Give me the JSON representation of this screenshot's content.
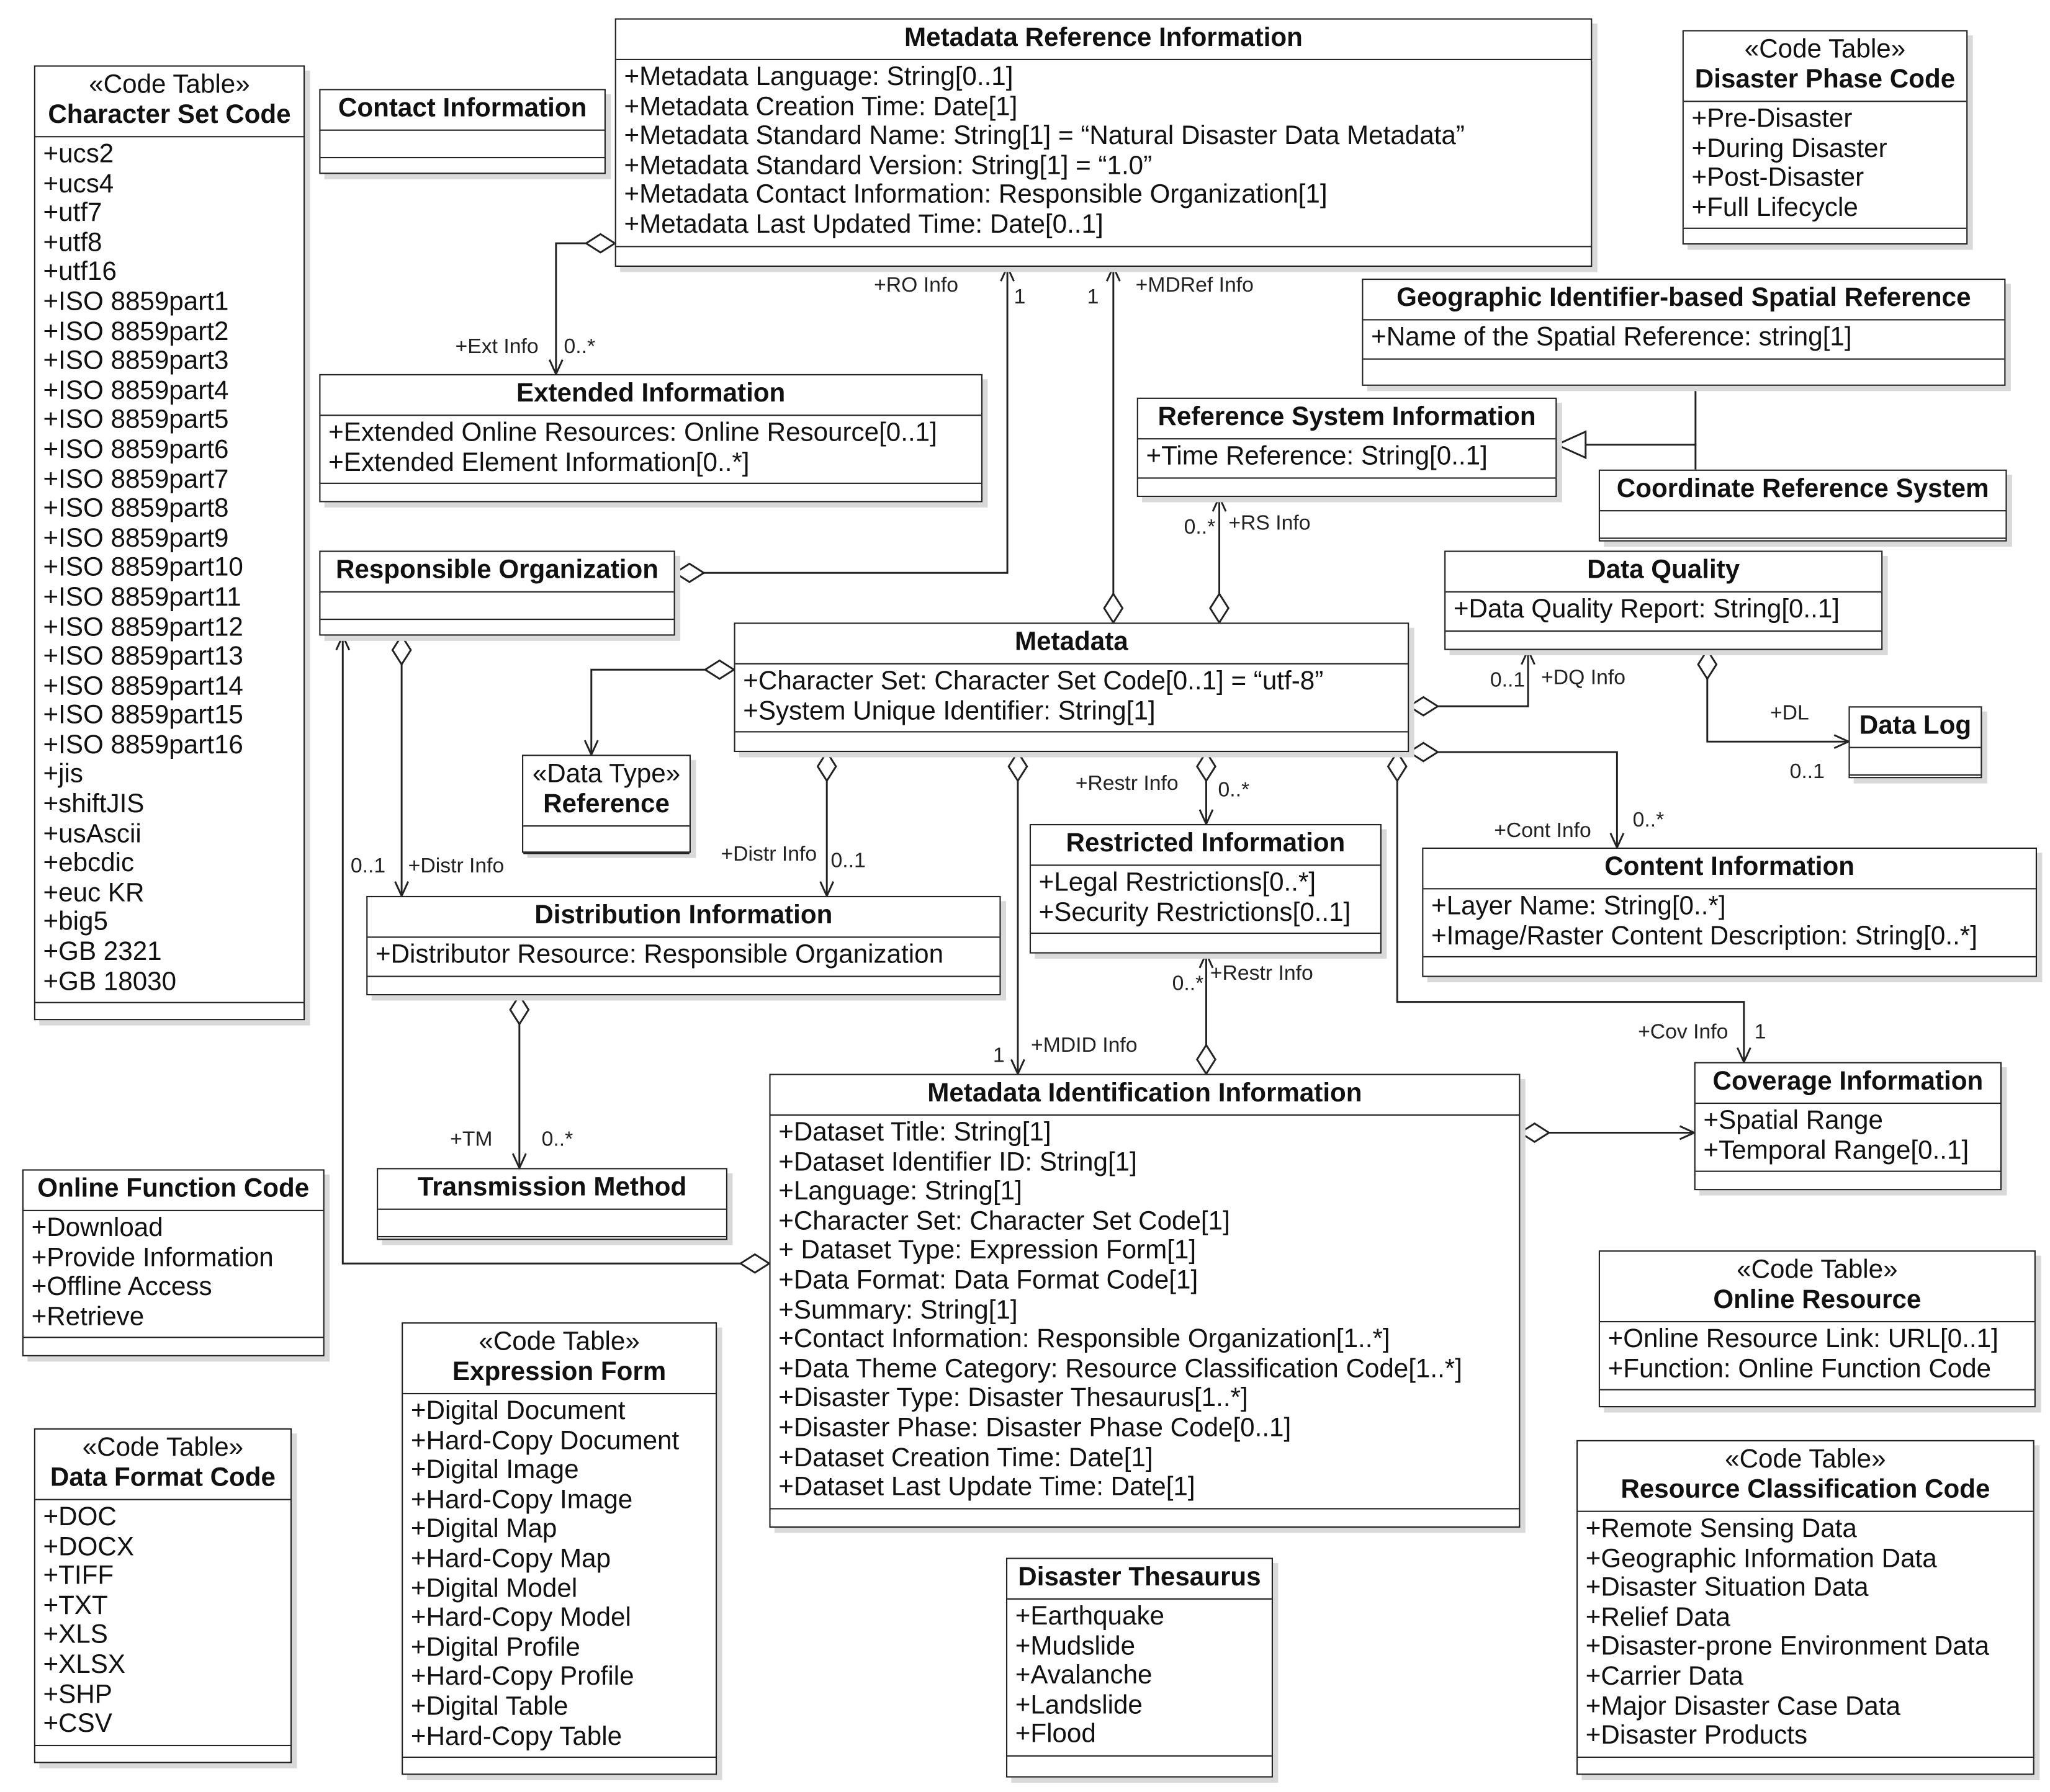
{
  "classes": {
    "charset": {
      "stereotype": "«Code Table»",
      "name": "Character Set Code",
      "attrs": [
        "+ucs2",
        "+ucs4",
        "+utf7",
        "+utf8",
        "+utf16",
        "+ISO 8859part1",
        "+ISO 8859part2",
        "+ISO 8859part3",
        "+ISO 8859part4",
        "+ISO 8859part5",
        "+ISO 8859part6",
        "+ISO 8859part7",
        "+ISO 8859part8",
        "+ISO 8859part9",
        "+ISO 8859part10",
        "+ISO 8859part11",
        "+ISO 8859part12",
        "+ISO 8859part13",
        "+ISO 8859part14",
        "+ISO 8859part15",
        "+ISO 8859part16",
        "+jis",
        "+shiftJIS",
        "+usAscii",
        "+ebcdic",
        "+euc KR",
        "+big5",
        "+GB 2321",
        "+GB 18030"
      ]
    },
    "contact": {
      "stereotype": "",
      "name": "Contact Information",
      "attrs": []
    },
    "mdref": {
      "stereotype": "",
      "name": "Metadata Reference Information",
      "attrs": [
        "+Metadata Language: String[0..1]",
        "+Metadata Creation Time: Date[1]",
        "+Metadata Standard Name: String[1] = “Natural Disaster Data Metadata”",
        "+Metadata Standard Version: String[1] = “1.0”",
        "+Metadata Contact Information: Responsible Organization[1]",
        "+Metadata Last Updated Time: Date[0..1]"
      ]
    },
    "phase": {
      "stereotype": "«Code Table»",
      "name": "Disaster Phase Code",
      "attrs": [
        "+Pre-Disaster",
        "+During Disaster",
        "+Post-Disaster",
        "+Full Lifecycle"
      ]
    },
    "geoid": {
      "stereotype": "",
      "name": "Geographic Identifier-based Spatial Reference",
      "attrs": [
        "+Name of the Spatial Reference: string[1]"
      ]
    },
    "extended": {
      "stereotype": "",
      "name": "Extended Information",
      "attrs": [
        "+Extended Online Resources: Online Resource[0..1]",
        "+Extended Element Information[0..*]"
      ]
    },
    "refsys": {
      "stereotype": "",
      "name": "Reference System Information",
      "attrs": [
        "+Time Reference: String[0..1]"
      ]
    },
    "crs": {
      "stereotype": "",
      "name": "Coordinate Reference System",
      "attrs": []
    },
    "resporg": {
      "stereotype": "",
      "name": "Responsible Organization",
      "attrs": []
    },
    "dq": {
      "stereotype": "",
      "name": "Data Quality",
      "attrs": [
        "+Data Quality Report: String[0..1]"
      ]
    },
    "metadata": {
      "stereotype": "",
      "name": "Metadata",
      "attrs": [
        "+Character Set: Character Set Code[0..1] = “utf-8”",
        "+System Unique Identifier: String[1]"
      ]
    },
    "datalog": {
      "stereotype": "",
      "name": "Data Log",
      "attrs": []
    },
    "reference": {
      "stereotype": "«Data Type»",
      "name": "Reference",
      "attrs": []
    },
    "restricted": {
      "stereotype": "",
      "name": "Restricted Information",
      "attrs": [
        "+Legal Restrictions[0..*]",
        "+Security Restrictions[0..1]"
      ]
    },
    "content": {
      "stereotype": "",
      "name": "Content Information",
      "attrs": [
        "+Layer Name: String[0..*]",
        "+Image/Raster Content Description: String[0..*]"
      ]
    },
    "distribution": {
      "stereotype": "",
      "name": "Distribution Information",
      "attrs": [
        "+Distributor Resource: Responsible Organization"
      ]
    },
    "coverage": {
      "stereotype": "",
      "name": "Coverage Information",
      "attrs": [
        "+Spatial Range",
        "+Temporal Range[0..1]"
      ]
    },
    "mdid": {
      "stereotype": "",
      "name": "Metadata Identification Information",
      "attrs": [
        "+Dataset Title: String[1]",
        "+Dataset Identifier ID: String[1]",
        "+Language: String[1]",
        "+Character Set: Character Set Code[1]",
        "+ Dataset Type: Expression Form[1]",
        "+Data Format: Data Format Code[1]",
        "+Summary: String[1]",
        "+Contact Information: Responsible Organization[1..*]",
        "+Data Theme Category: Resource Classification Code[1..*]",
        "+Disaster Type: Disaster Thesaurus[1..*]",
        "+Disaster Phase: Disaster Phase Code[0..1]",
        "+Dataset Creation Time: Date[1]",
        "+Dataset Last Update Time: Date[1]"
      ]
    },
    "transmission": {
      "stereotype": "",
      "name": "Transmission Method",
      "attrs": []
    },
    "onlinefn": {
      "stereotype": "",
      "name": "Online Function Code",
      "attrs": [
        "+Download",
        "+Provide Information",
        "+Offline Access",
        "+Retrieve"
      ]
    },
    "onlineres": {
      "stereotype": "«Code Table»",
      "name": "Online Resource",
      "attrs": [
        "+Online Resource Link: URL[0..1]",
        "+Function: Online Function Code"
      ]
    },
    "exprform": {
      "stereotype": "«Code Table»",
      "name": "Expression Form",
      "attrs": [
        "+Digital Document",
        "+Hard-Copy Document",
        "+Digital Image",
        "+Hard-Copy Image",
        "+Digital Map",
        "+Hard-Copy Map",
        "+Digital Model",
        "+Hard-Copy Model",
        "+Digital Profile",
        "+Hard-Copy Profile",
        "+Digital Table",
        "+Hard-Copy Table"
      ]
    },
    "dataformat": {
      "stereotype": "«Code Table»",
      "name": "Data Format Code",
      "attrs": [
        "+DOC",
        "+DOCX",
        "+TIFF",
        "+TXT",
        "+XLS",
        "+XLSX",
        "+SHP",
        "+CSV"
      ]
    },
    "thesaurus": {
      "stereotype": "",
      "name": "Disaster Thesaurus",
      "attrs": [
        "+Earthquake",
        "+Mudslide",
        "+Avalanche",
        "+Landslide",
        "+Flood"
      ]
    },
    "resclass": {
      "stereotype": "«Code Table»",
      "name": "Resource Classification Code",
      "attrs": [
        "+Remote Sensing Data",
        "+Geographic Information Data",
        "+Disaster Situation Data",
        "+Relief Data",
        "+Disaster-prone Environment Data",
        "+Carrier Data",
        "+Major Disaster Case Data",
        "+Disaster Products"
      ]
    }
  },
  "labels": {
    "ro_info": "+RO Info",
    "mult_1_a": "1",
    "mult_1_b": "1",
    "mdref_info": "+MDRef Info",
    "ext_info": "+Ext Info",
    "ext_mult": "0..*",
    "rs_mult": "0..*",
    "rs_info": "+RS Info",
    "dq_mult": "0..1",
    "dq_info": "+DQ Info",
    "dl_info": "+DL",
    "dl_mult": "0..1",
    "restr_info_top": "+Restr Info",
    "restr_mult_top": "0..*",
    "cont_info": "+Cont Info",
    "cont_mult": "0..*",
    "ro_mult": "0..1",
    "distr_info_left": "+Distr Info",
    "distr_info_mid": "+Distr Info",
    "distr_mult_mid": "0..1",
    "restr_mult_bot": "0..*",
    "restr_info_bot": "+Restr Info",
    "mdid_mult": "1",
    "mdid_info": "+MDID Info",
    "cov_info": "+Cov Info",
    "cov_mult": "1",
    "tm_info": "+TM",
    "tm_mult": "0..*"
  }
}
